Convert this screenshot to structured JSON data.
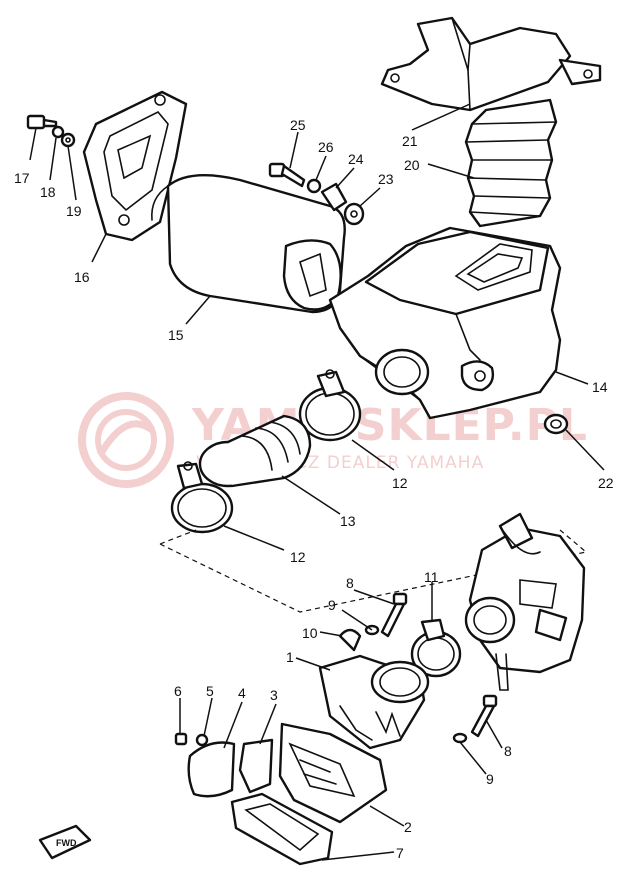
{
  "watermark": {
    "title": "YAMA-SKLEP.PL",
    "subtitle": "WOJTKOWICZ DEALER YAMAHA",
    "color": "#f3cfcf"
  },
  "direction_badge": "FWD",
  "callouts": {
    "c1": "1",
    "c2": "2",
    "c3": "3",
    "c4": "4",
    "c5": "5",
    "c6": "6",
    "c7": "7",
    "c8a": "8",
    "c8b": "8",
    "c9a": "9",
    "c9b": "9",
    "c10": "10",
    "c11": "11",
    "c12a": "12",
    "c12b": "12",
    "c13": "13",
    "c14": "14",
    "c15": "15",
    "c16": "16",
    "c17": "17",
    "c18": "18",
    "c19": "19",
    "c20": "20",
    "c21": "21",
    "c22": "22",
    "c23": "23",
    "c24": "24",
    "c25": "25",
    "c26": "26"
  }
}
